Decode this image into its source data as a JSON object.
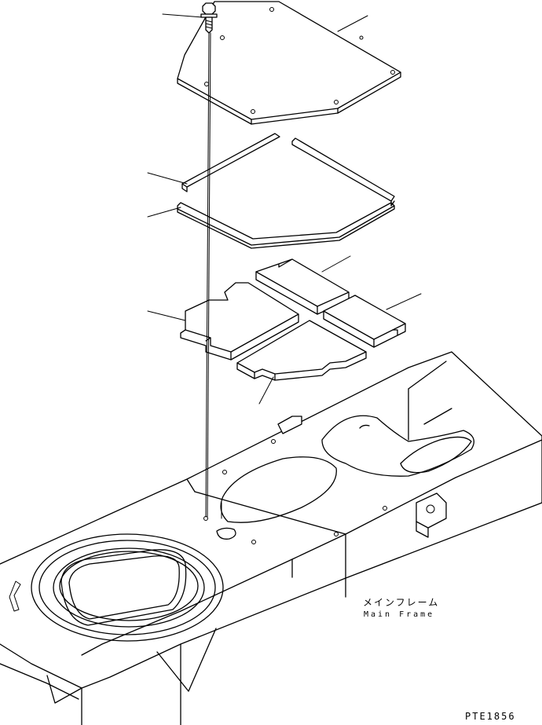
{
  "labels": {
    "part_name_jp": "メインフレーム",
    "part_name_en": "Main Frame",
    "drawing_code": "PTE1856"
  }
}
